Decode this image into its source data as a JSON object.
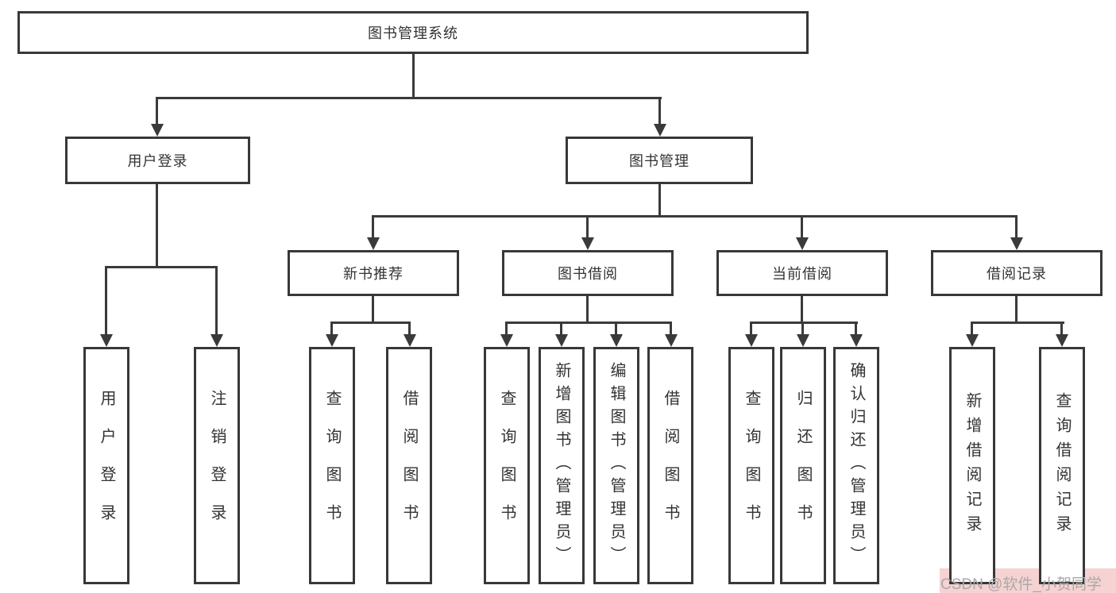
{
  "diagram": {
    "root": {
      "label": "图书管理系统"
    },
    "level2": {
      "user_login": {
        "label": "用户登录"
      },
      "book_management": {
        "label": "图书管理"
      }
    },
    "level3": {
      "new_book_recommend": {
        "label": "新书推荐"
      },
      "book_borrow": {
        "label": "图书借阅"
      },
      "current_borrow": {
        "label": "当前借阅"
      },
      "borrow_records": {
        "label": "借阅记录"
      }
    },
    "leaves": {
      "user_login": {
        "label": "用户登录"
      },
      "logout": {
        "label": "注销登录"
      },
      "nb_query_books": {
        "label": "查询图书"
      },
      "nb_borrow_books": {
        "label": "借阅图书"
      },
      "bb_query_books": {
        "label": "查询图书"
      },
      "bb_add_books": {
        "label": "新增图书（管理员）"
      },
      "bb_edit_books": {
        "label": "编辑图书（管理员）"
      },
      "bb_borrow_books": {
        "label": "借阅图书"
      },
      "cb_query_books": {
        "label": "查询图书"
      },
      "cb_return_books": {
        "label": "归还图书"
      },
      "cb_confirm_return": {
        "label": "确认归还（管理员）"
      },
      "br_add_record": {
        "label": "新增借阅记录"
      },
      "br_query_record": {
        "label": "查询借阅记录"
      }
    }
  },
  "watermark": {
    "text": "CSDN @软件_小贺同学"
  },
  "colors": {
    "line": "#3a3a3a",
    "border": "#383838",
    "text": "#333333",
    "background": "#ffffff",
    "watermark_text": "#a9a9a9",
    "watermark_band": "#f6d2d2"
  }
}
